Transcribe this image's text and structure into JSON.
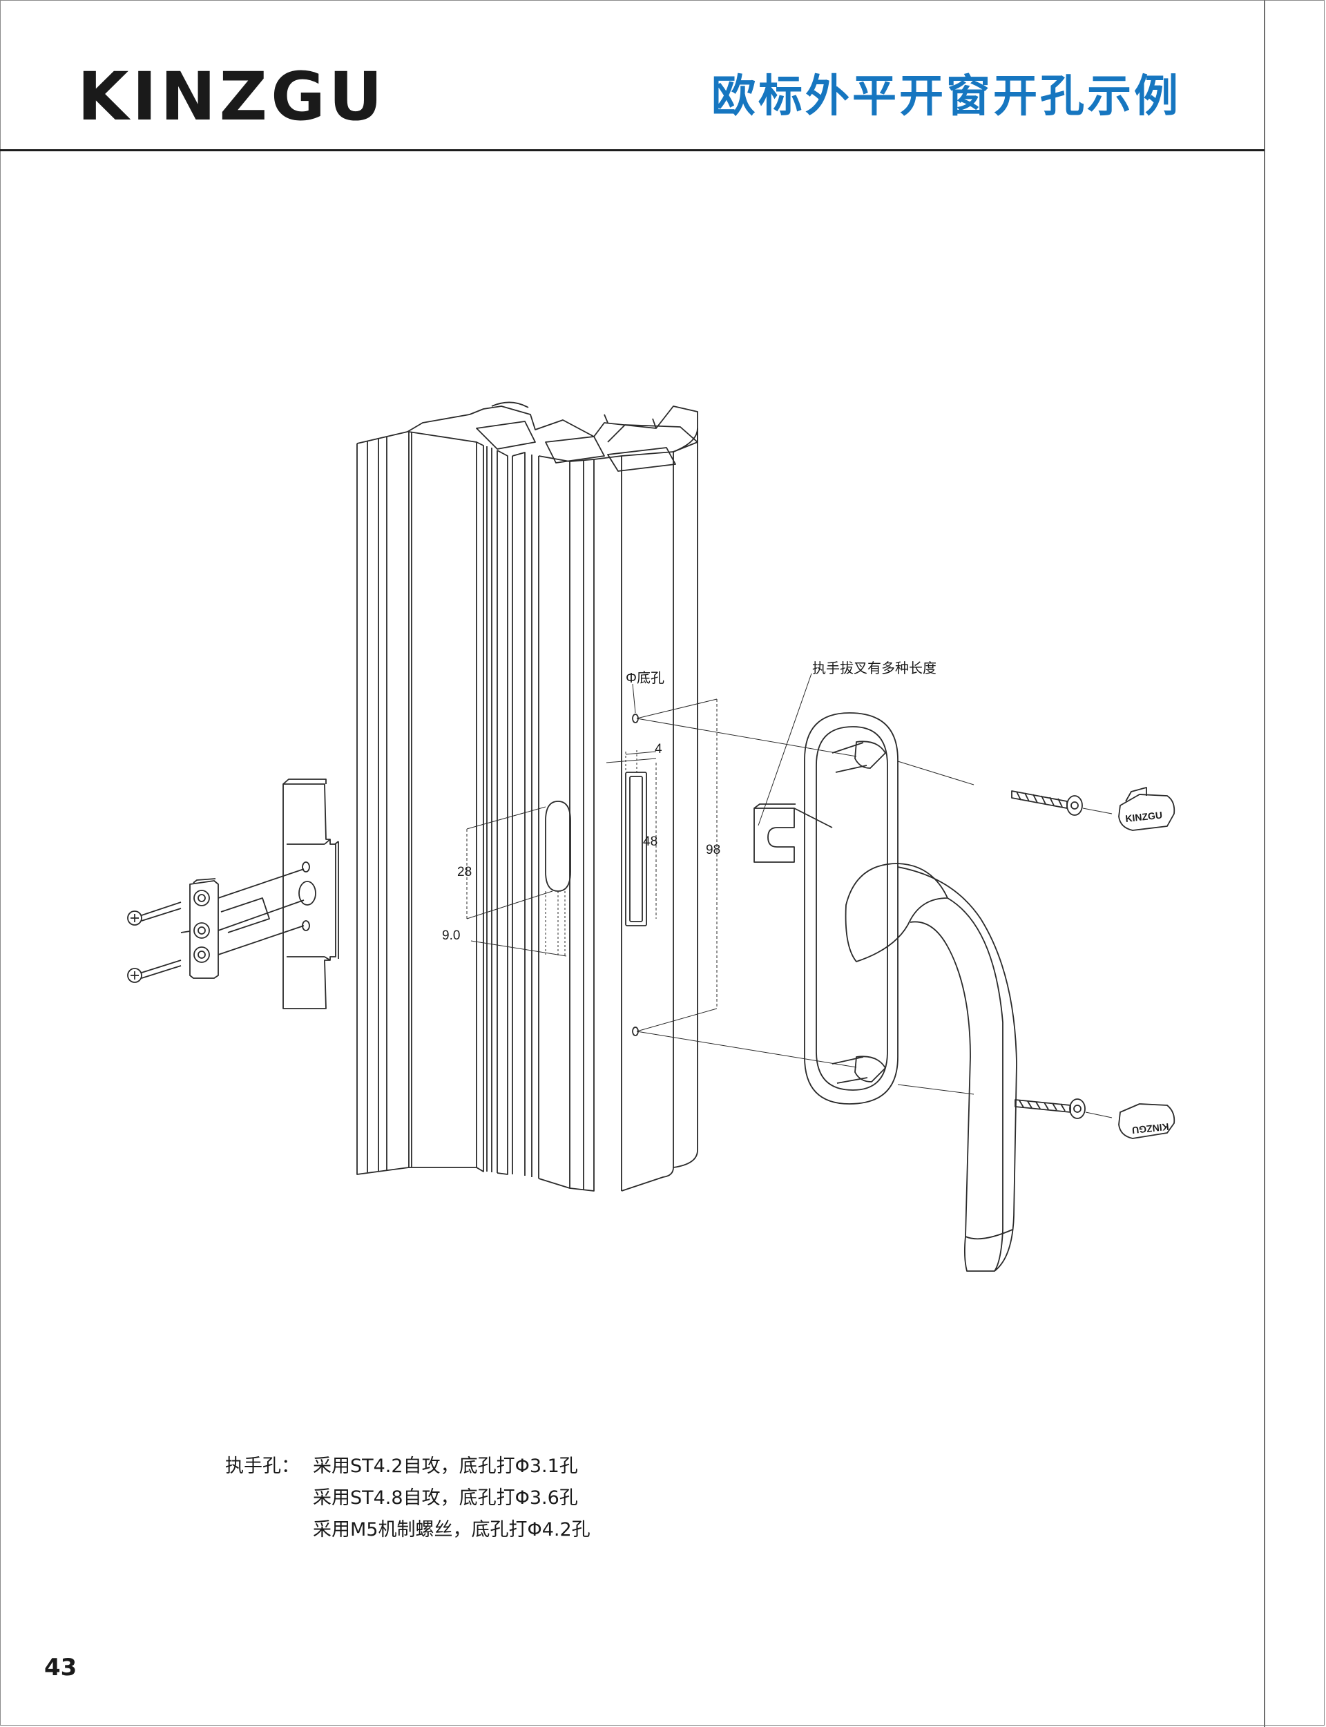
{
  "header": {
    "brand": "KINZGU",
    "title": "欧标外平开窗开孔示例"
  },
  "diagram": {
    "callouts": {
      "phi_hole": "Φ底孔",
      "spindle_lengths": "执手拔叉有多种长度"
    },
    "dimensions": {
      "slot_width": "4",
      "slot_height": "48",
      "hole_spacing": "98",
      "cam_height": "28",
      "cam_offset": "9.0"
    },
    "cap_logo": "KINZGU"
  },
  "notes": {
    "label": "执手孔：",
    "lines": [
      "采用ST4.2自攻，底孔打Φ3.1孔",
      "采用ST4.8自攻，底孔打Φ3.6孔",
      "采用M5机制螺丝，底孔打Φ4.2孔"
    ]
  },
  "footer": {
    "page_number": "43"
  }
}
